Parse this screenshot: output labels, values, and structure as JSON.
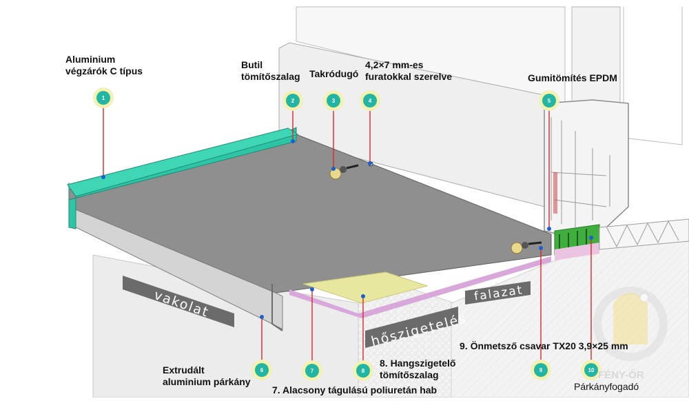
{
  "labels": {
    "l1_line1": "Aluminium",
    "l1_line2": "végzárók C típus",
    "l2_line1": "Butil",
    "l2_line2": "tömítőszalag",
    "l3": "Takródugó",
    "l4_line1": "4,2×7 mm-es",
    "l4_line2": "furatokkal szerelve",
    "l5": "Gumitömítés EPDM",
    "l6_line1": "Extrudált",
    "l6_line2": "aluminium párkány",
    "l7": "7. Alacsony tágulású poliuretán hab",
    "l8_line1": "8. Hangszigetelő",
    "l8_line2": "tömítőszalag",
    "l9": "9. Önmetsző csavar TX20 3,9×25 mm",
    "l10": "Párkányfogadó"
  },
  "badges": [
    "1",
    "2",
    "3",
    "4",
    "5",
    "6",
    "7",
    "8",
    "9",
    "10"
  ],
  "banners": {
    "vakolat": "vakolat",
    "hoszigeteles": "hőszigetelés",
    "falazat": "falazat"
  },
  "logo": {
    "text": "FÉNY-ŐR"
  },
  "colors": {
    "sill_top": "#8f8f8f",
    "end_cap": "#2ec4a6",
    "badge": "#23b5a4",
    "leader": "#d9262b",
    "foam": "#e8e7a0",
    "seal_tape": "#d7a8d9",
    "receiver": "#3fae3f",
    "banner": "#6b6b6b"
  }
}
